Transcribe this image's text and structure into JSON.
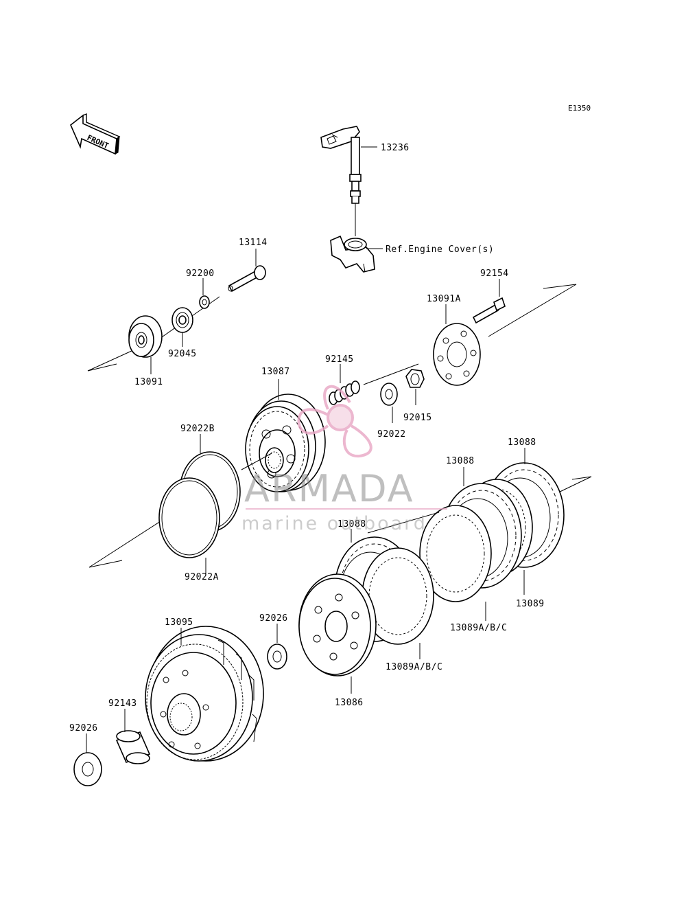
{
  "diagram_code": "E1350",
  "front_label": "FRONT",
  "ref_note": "Ref.Engine Cover(s)",
  "watermark": {
    "brand": "ARMADA",
    "tagline": "marine outboard",
    "accent": "#e8a6c4",
    "line": "#7a7a7a"
  },
  "labels": {
    "p13236": "13236",
    "p13114": "13114",
    "p92200": "92200",
    "p92045": "92045",
    "p13091": "13091",
    "p92154": "92154",
    "p13091A": "13091A",
    "p92145": "92145",
    "p13087": "13087",
    "p92015": "92015",
    "p92022": "92022",
    "p92022B": "92022B",
    "p92022A": "92022A",
    "p13088_top": "13088",
    "p13088_mid": "13088",
    "p13088_low": "13088",
    "p13089": "13089",
    "p13089ABC_upper": "13089A/B/C",
    "p13089ABC_lower": "13089A/B/C",
    "p92026_center": "92026",
    "p13095": "13095",
    "p13086": "13086",
    "p92143": "92143",
    "p92026_left": "92026"
  }
}
